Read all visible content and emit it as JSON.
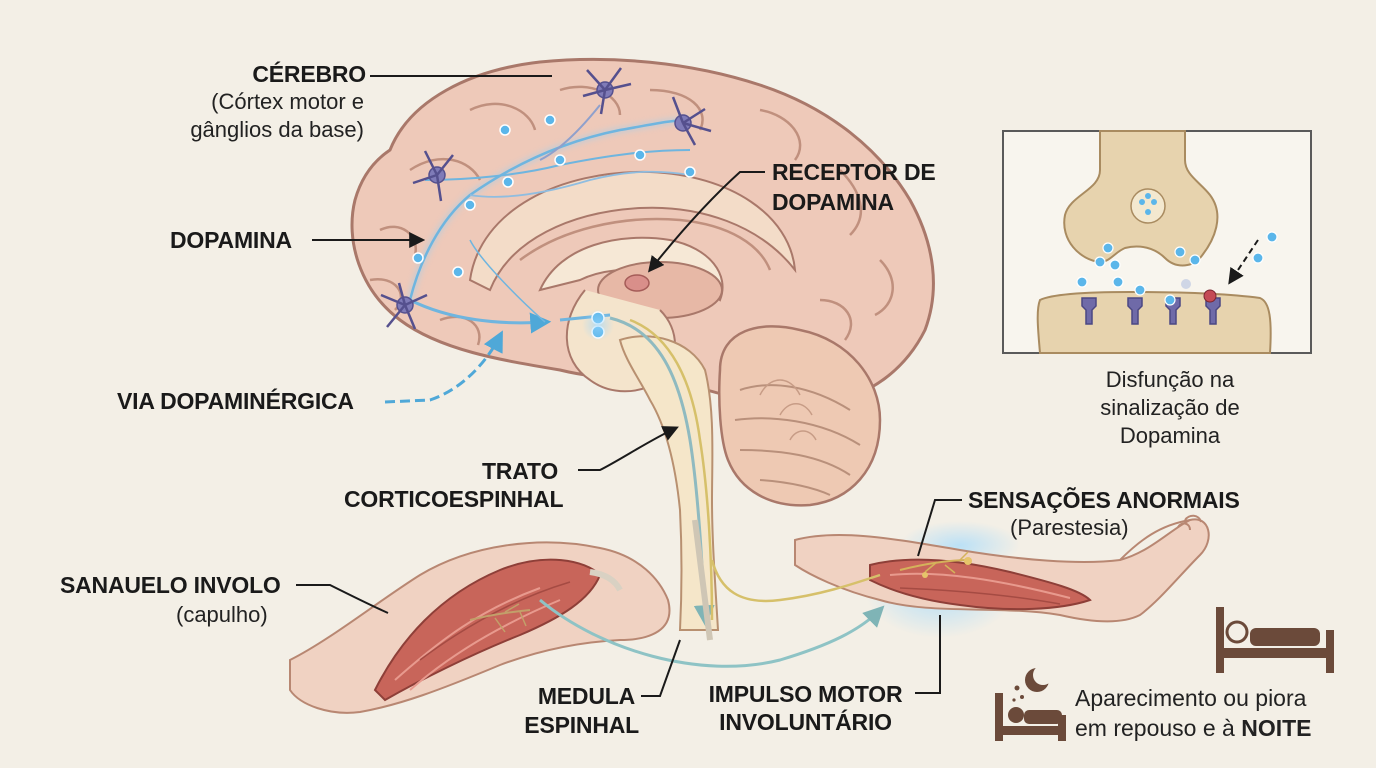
{
  "labels": {
    "cerebro_title": "CÉREBRO",
    "cerebro_sub_1": "(Córtex motor e",
    "cerebro_sub_2": "gânglios da base)",
    "receptor_1": "RECEPTOR DE",
    "receptor_2": "DOPAMINA",
    "dopamina": "DOPAMINA",
    "via": "VIA DOPAMINÉRGICA",
    "trato_1": "TRATO",
    "trato_2": "CORTICOESPINHAL",
    "sanauelo_1": "SANAUELO INVOLO",
    "sanauelo_2": "(capulho)",
    "medula_1": "MEDULA",
    "medula_2": "ESPINHAL",
    "impulso_1": "IMPULSO MOTOR",
    "impulso_2": "INVOLUNTÁRIO",
    "sensacoes_1": "SENSAÇÕES ANORMAIS",
    "sensacoes_2": "(Parestesia)",
    "disfuncao_1": "Disfunção na",
    "disfuncao_2": "sinalização de",
    "disfuncao_3": "Dopamina",
    "repouso_1": "Aparecimento ou piora",
    "repouso_2a": "em repouso e à ",
    "repouso_2b": "NOITE"
  },
  "icons": [
    "bed-icon",
    "sleeping-person-icon",
    "moon-icon"
  ],
  "colors": {
    "background": "#f3efe6",
    "brain": "#eec9b9",
    "neuron": "#7f7bb8",
    "dopamine": "#5bb6ea",
    "muscle": "#c8655a",
    "icon": "#6b4a3a"
  }
}
